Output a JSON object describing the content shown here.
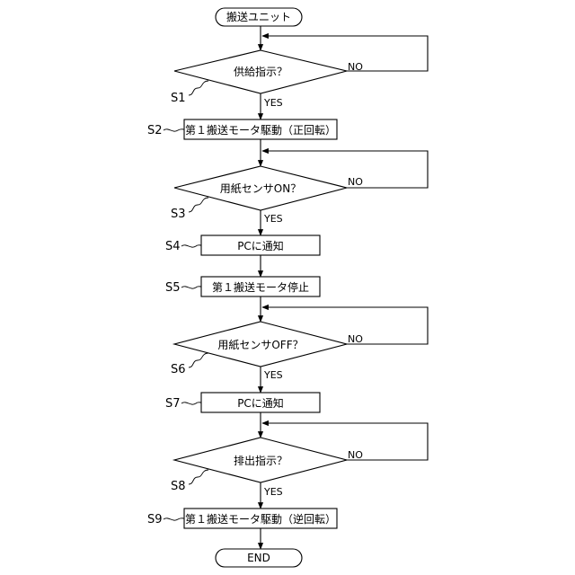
{
  "flowchart": {
    "start": "搬送ユニット",
    "end": "END",
    "nodes": {
      "d1": "供給指示？",
      "p2": "第１搬送モータ駆動（正回転）",
      "d3": "用紙センサON？",
      "p4": "PCに通知",
      "p5": "第１搬送モータ停止",
      "d6": "用紙センサOFF？",
      "p7": "PCに通知",
      "d8": "排出指示？",
      "p9": "第１搬送モータ駆動（逆回転）"
    },
    "steps": {
      "s1": "S1",
      "s2": "S2",
      "s3": "S3",
      "s4": "S4",
      "s5": "S5",
      "s6": "S6",
      "s7": "S7",
      "s8": "S8",
      "s9": "S9"
    },
    "branches": {
      "yes": "YES",
      "no": "NO"
    }
  }
}
